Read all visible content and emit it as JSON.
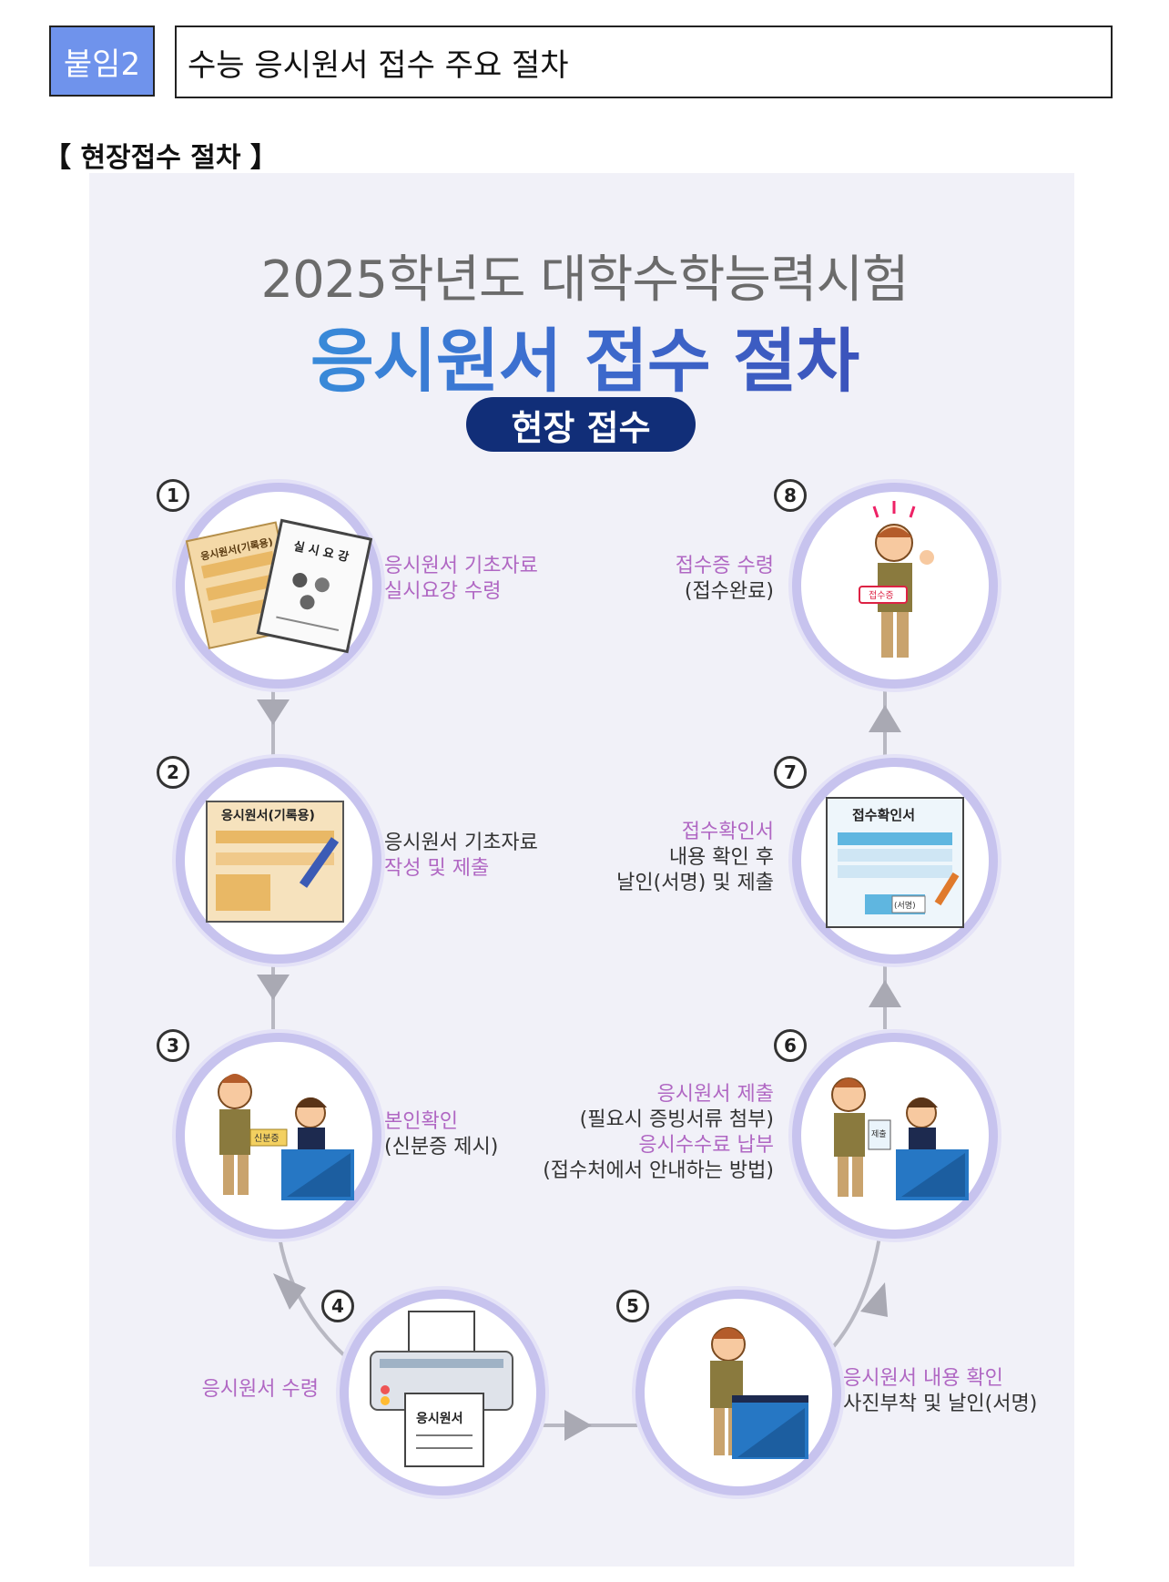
{
  "header": {
    "tag": "붙임2",
    "title": "수능 응시원서 접수 주요 절차"
  },
  "section_heading": "【 현장접수 절차 】",
  "infographic": {
    "subtitle": "2025학년도 대학수학능력시험",
    "title": "응시원서 접수 절차",
    "badge": "현장 접수",
    "steps": [
      {
        "num": "1",
        "lines": [
          "응시원서 기초자료",
          "실시요강 수령"
        ],
        "doc_label": "응시원서(기록용)",
        "doc_label2": "실 시 요 강"
      },
      {
        "num": "2",
        "lines": [
          "응시원서 기초자료",
          "작성 및 제출"
        ],
        "doc_label": "응시원서(기록용)"
      },
      {
        "num": "3",
        "lines": [
          "본인확인",
          "(신분증 제시)"
        ],
        "card_label": "신분증"
      },
      {
        "num": "4",
        "lines": [
          "응시원서 수령"
        ],
        "print_label": "응시원서"
      },
      {
        "num": "5",
        "lines": [
          "응시원서 내용 확인",
          "사진부착 및 날인(서명)"
        ]
      },
      {
        "num": "6",
        "lines": [
          "응시원서 제출",
          "(필요시 증빙서류 첨부)",
          "응시수수료 납부",
          "(접수처에서 안내하는 방법)"
        ],
        "card_label": "제출"
      },
      {
        "num": "7",
        "lines": [
          "접수확인서",
          "내용 확인 후",
          "날인(서명) 및 제출"
        ],
        "doc_label": "접수확인서",
        "sign_label": "(서명)"
      },
      {
        "num": "8",
        "lines": [
          "접수증 수령",
          "(접수완료)"
        ],
        "card_label": "접수증"
      }
    ]
  },
  "colors": {
    "accent_purple": "#b067c3",
    "ring": "#c7c3ee",
    "badge_bg": "#112e78",
    "tag_bg": "#6f93ec"
  }
}
